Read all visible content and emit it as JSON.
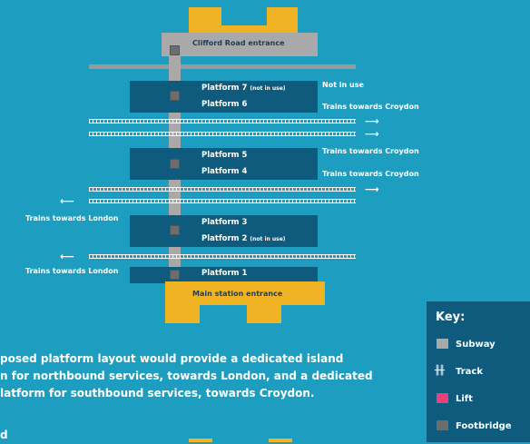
{
  "entrances": {
    "top": "Clifford Road entrance",
    "bottom": "Main station entrance"
  },
  "platforms": {
    "p7": "Platform 7",
    "p7_note": "(not in use)",
    "p6": "Platform 6",
    "p5": "Platform 5",
    "p4": "Platform 4",
    "p3": "Platform 3",
    "p2": "Platform 2",
    "p2_note": "(not in use)",
    "p1": "Platform 1"
  },
  "side_labels": {
    "not_in_use": "Not in use",
    "croydon_1": "Trains towards Croydon",
    "croydon_2": "Trains towards Croydon",
    "croydon_3": "Trains towards Croydon",
    "london_1": "Trains towards London",
    "london_2": "Trains towards London"
  },
  "description": {
    "line1": "posed platform layout would provide a dedicated island",
    "line2": "n for northbound services, towards London, and a dedicated",
    "line3": "latform for southbound services, towards Croydon.",
    "line4": "d"
  },
  "key": {
    "title": "Key:",
    "items": [
      {
        "label": "Subway",
        "icon": "subway-swatch",
        "color": "#a9a9a9"
      },
      {
        "label": "Track",
        "icon": "track-icon",
        "color": "#ffffff"
      },
      {
        "label": "Lift",
        "icon": "lift-swatch",
        "color": "#e8407a"
      },
      {
        "label": "Footbridge",
        "icon": "footbridge-swatch",
        "color": "#6d6d6d"
      }
    ]
  }
}
